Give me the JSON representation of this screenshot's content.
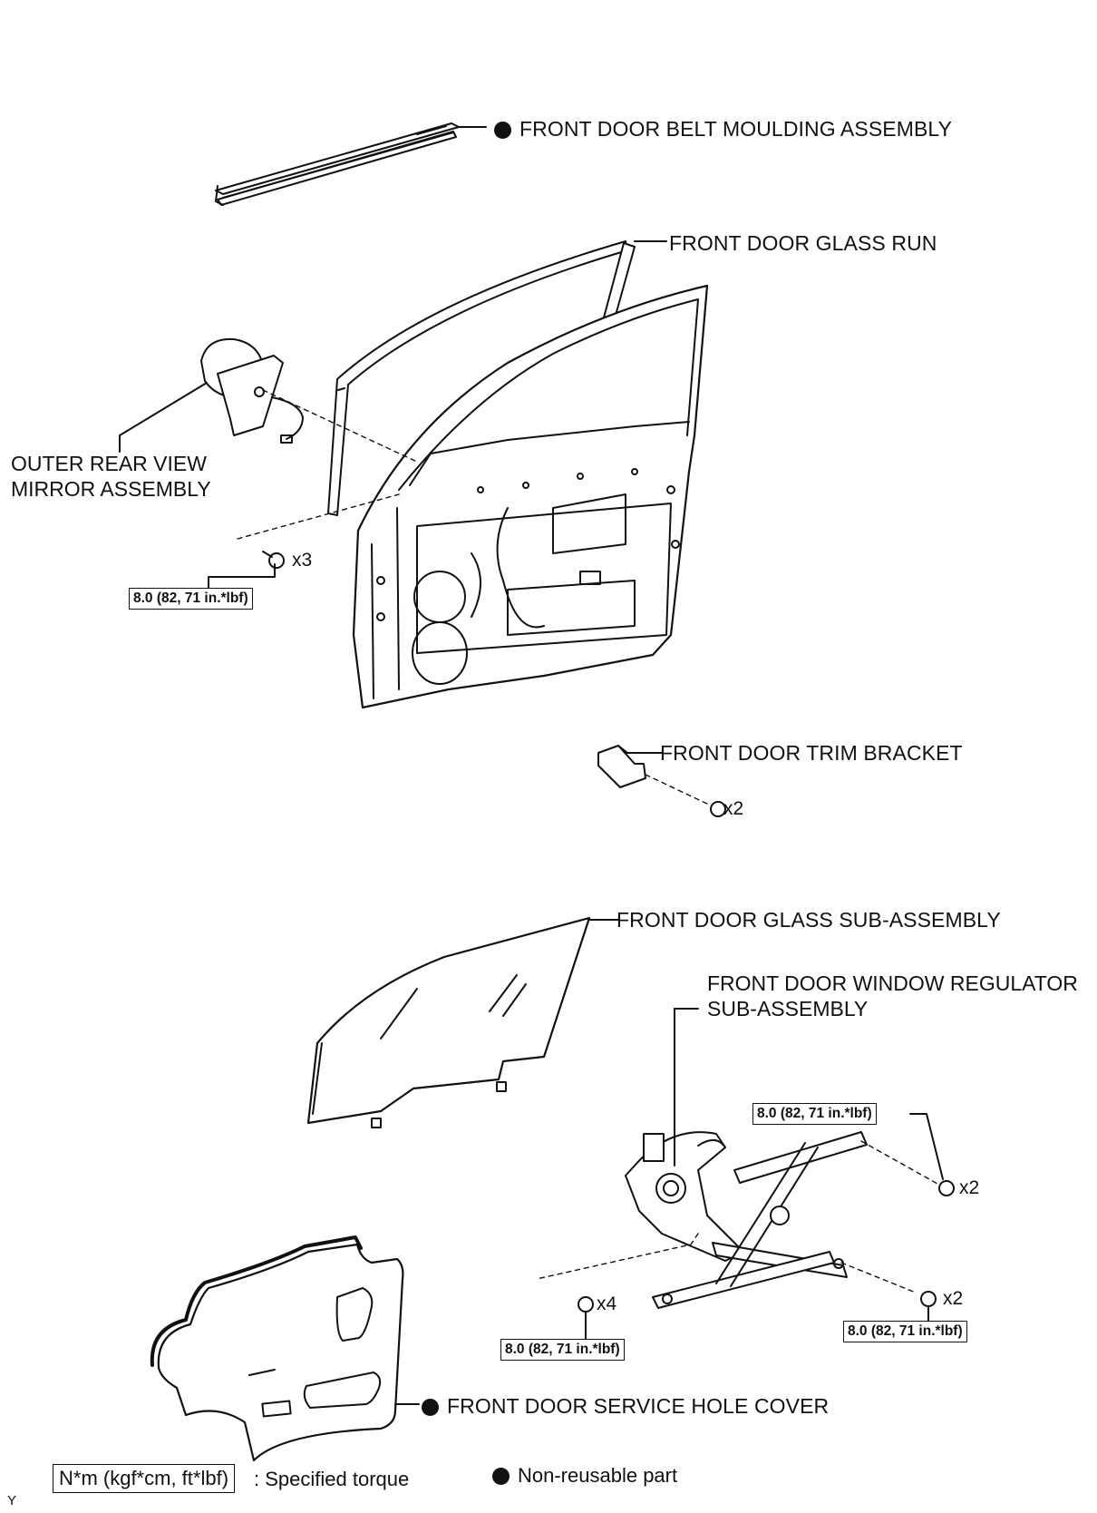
{
  "parts": {
    "belt_moulding": "FRONT DOOR BELT MOULDING ASSEMBLY",
    "glass_run": "FRONT DOOR GLASS RUN",
    "mirror_line1": "OUTER REAR VIEW",
    "mirror_line2": "MIRROR ASSEMBLY",
    "trim_bracket": "FRONT DOOR TRIM BRACKET",
    "glass_sub": "FRONT DOOR GLASS SUB-ASSEMBLY",
    "regulator_line1": "FRONT DOOR WINDOW REGULATOR",
    "regulator_line2": "SUB-ASSEMBLY",
    "service_cover": "FRONT DOOR SERVICE HOLE COVER"
  },
  "torques": {
    "mirror_bolts": "8.0 (82, 71 in.*lbf)",
    "regulator_top": "8.0 (82, 71 in.*lbf)",
    "regulator_left": "8.0 (82, 71 in.*lbf)",
    "regulator_right": "8.0 (82, 71 in.*lbf)"
  },
  "quantities": {
    "mirror_bolts": "x3",
    "trim_bracket_screws": "x2",
    "regulator_top": "x2",
    "regulator_left": "x4",
    "regulator_right": "x2"
  },
  "legend": {
    "torque_unit": "N*m (kgf*cm, ft*lbf)",
    "torque_desc": ": Specified torque",
    "nonreusable": "Non-reusable part"
  },
  "figure_code": "Y",
  "colors": {
    "ink": "#111111",
    "background": "#ffffff"
  }
}
